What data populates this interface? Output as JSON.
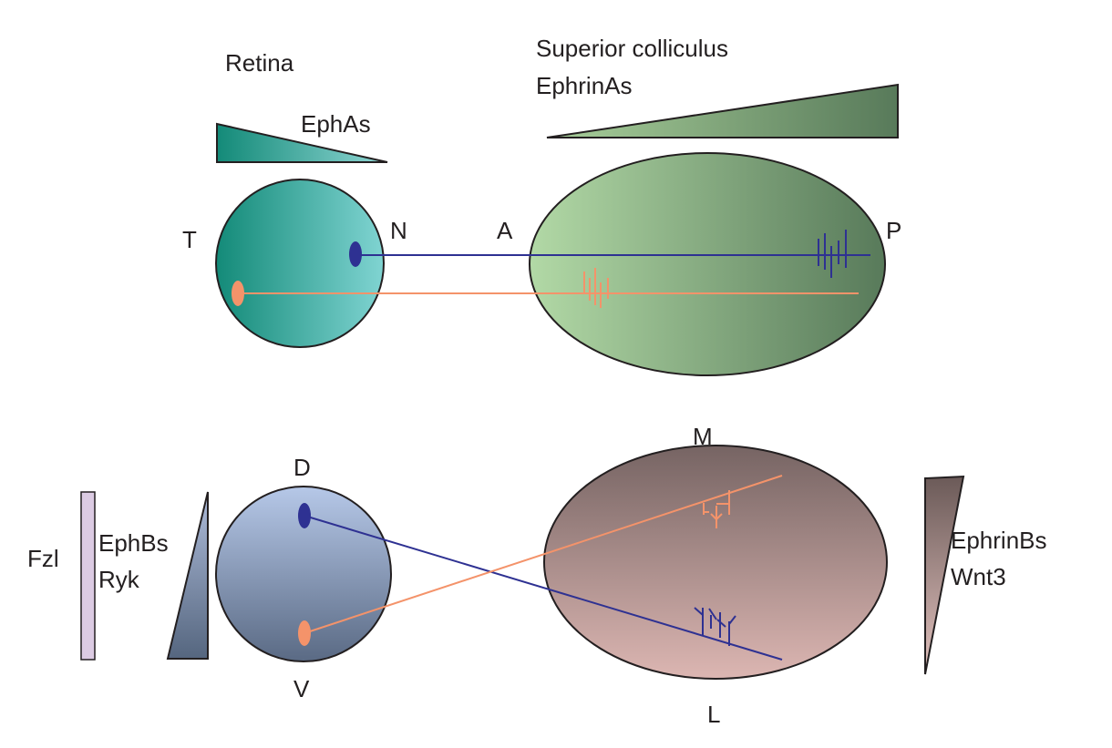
{
  "top": {
    "retina_label": "Retina",
    "retina_gradient_label": "EphAs",
    "sc_label_line1": "Superior colliculus",
    "sc_label_line2": "EphrinAs",
    "axis_t": "T",
    "axis_n": "N",
    "axis_a": "A",
    "axis_p": "P"
  },
  "bottom": {
    "fzl_label": "Fzl",
    "receptor_line1": "EphBs",
    "receptor_line2": "Ryk",
    "axis_d": "D",
    "axis_v": "V",
    "axis_m": "M",
    "axis_l": "L",
    "ligand_line1": "EphrinBs",
    "ligand_line2": "Wnt3"
  },
  "colors": {
    "blue_axon": "#2e3192",
    "orange_axon": "#f4936a",
    "retina_teal_dark": "#138a78",
    "retina_teal_light": "#80d4d2",
    "sc_green_light": "#b2d9a6",
    "sc_green_dark": "#587a5a",
    "retina_blue_light": "#b6c8e8",
    "retina_blue_dark": "#5a6a84",
    "sc_brown_dark": "#766463",
    "sc_pink_light": "#dcb6b2",
    "fzl_lilac": "#dccbe3"
  }
}
